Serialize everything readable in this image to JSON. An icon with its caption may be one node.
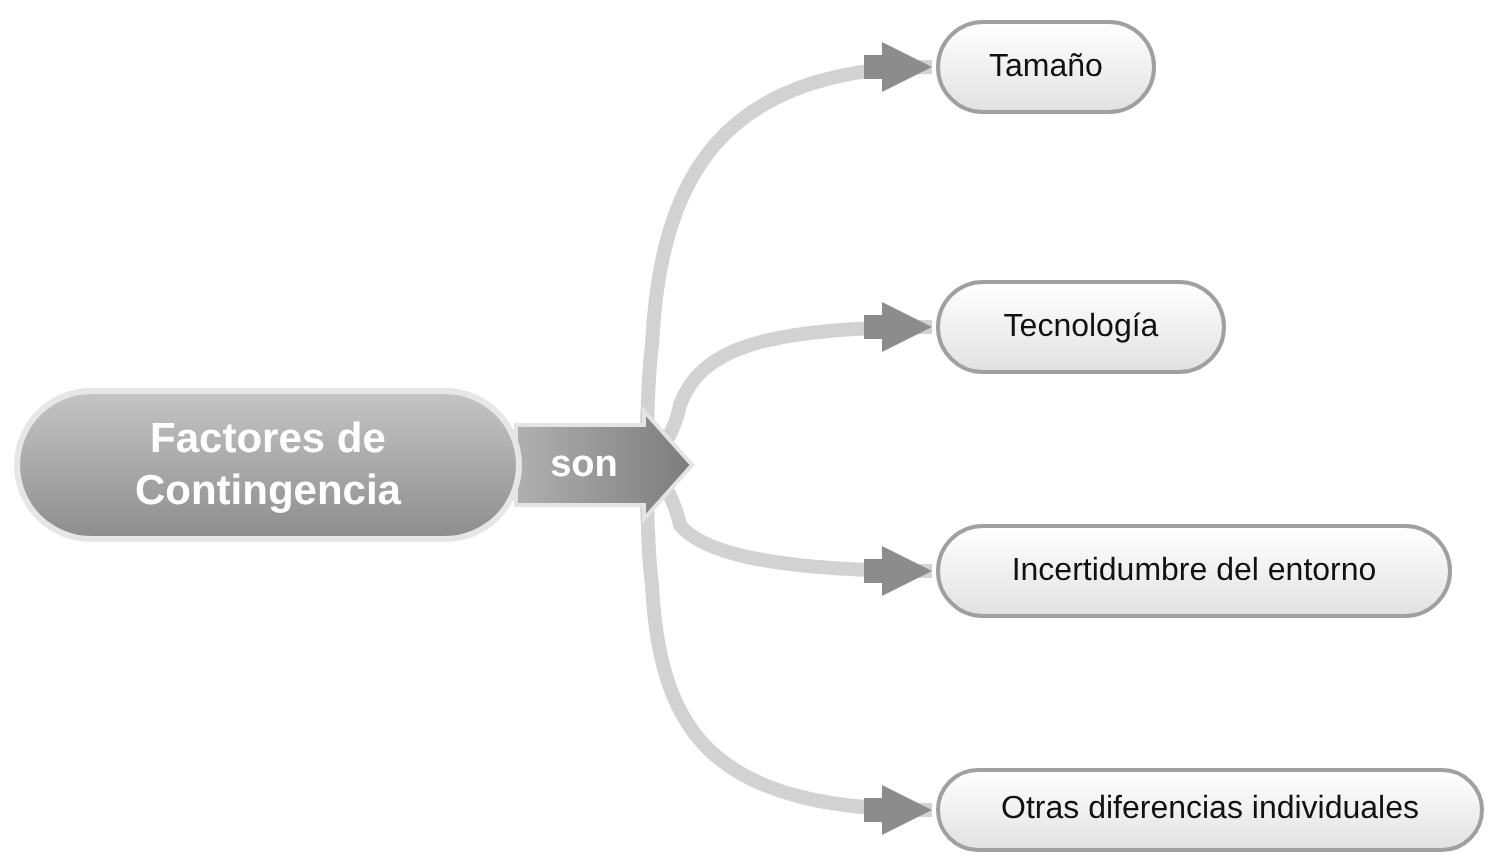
{
  "diagram": {
    "nodes": [
      {
        "text": [
          "Factores de Contingencia"
        ]
      },
      {
        "text": [
          "Tamaño"
        ]
      },
      {
        "text": [
          "Tecnología"
        ]
      },
      {
        "text": [
          "Incertidumbre del entorno"
        ]
      },
      {
        "text": [
          "Otras diferencias individuales"
        ]
      }
    ],
    "edges": [
      {
        "from": 0,
        "to": 1,
        "arrow": "to",
        "label": "son"
      },
      {
        "from": 0,
        "to": 2,
        "arrow": "to"
      },
      {
        "from": 0,
        "to": 3,
        "arrow": "to"
      },
      {
        "from": 0,
        "to": 4,
        "arrow": "to"
      }
    ]
  }
}
